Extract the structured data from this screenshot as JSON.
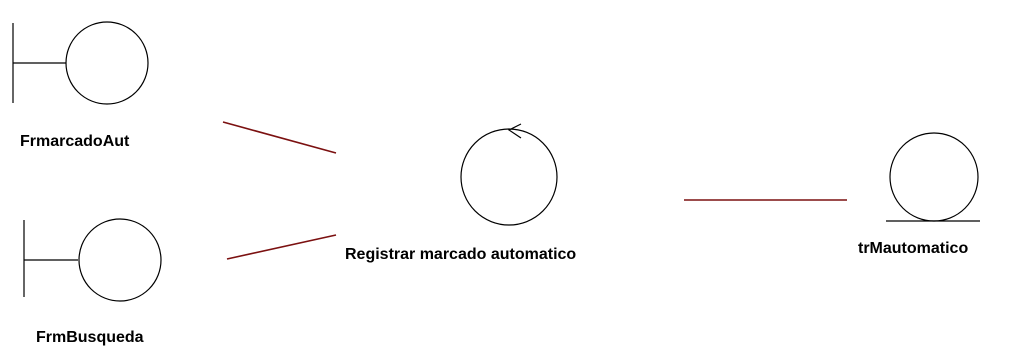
{
  "colors": {
    "stroke": "#000000",
    "association": "#7b1010",
    "background": "#ffffff"
  },
  "elements": {
    "boundary_1": {
      "icon": "boundary-icon",
      "label": "FrmarcadoAut"
    },
    "boundary_2": {
      "icon": "boundary-icon",
      "label": "FrmBusqueda"
    },
    "control": {
      "icon": "control-icon",
      "label": "Registrar marcado automatico"
    },
    "entity": {
      "icon": "entity-icon",
      "label": "trMautomatico"
    }
  },
  "associations": [
    {
      "from": "FrmarcadoAut",
      "to": "Registrar marcado automatico"
    },
    {
      "from": "FrmBusqueda",
      "to": "Registrar marcado automatico"
    },
    {
      "from": "Registrar marcado automatico",
      "to": "trMautomatico"
    }
  ]
}
